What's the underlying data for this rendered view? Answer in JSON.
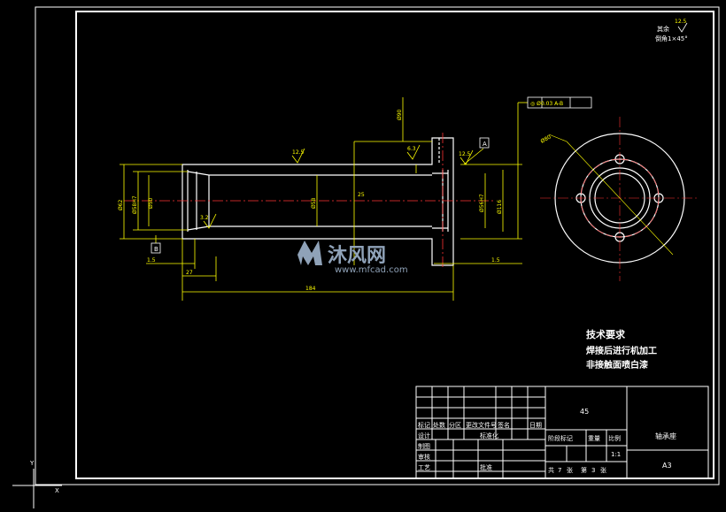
{
  "drawing": {
    "material": "45",
    "part_name": "轴承座",
    "sheet_size": "A3",
    "scale": "1:1",
    "sheet_total": "7",
    "sheet_no": "3"
  },
  "title_block": {
    "lbl_mark": "标记",
    "lbl_count": "处数",
    "lbl_zone": "分区",
    "lbl_change_doc": "更改文件号",
    "lbl_sign": "签名",
    "lbl_date": "日期",
    "lbl_design": "设计",
    "lbl_standardize": "标准化",
    "lbl_drawing": "制图",
    "lbl_check": "审核",
    "lbl_process": "工艺",
    "lbl_approve": "批准",
    "lbl_stage_mark": "阶段标记",
    "lbl_weight": "重量",
    "lbl_ratio": "比例",
    "lbl_total": "共",
    "lbl_sheets": "张",
    "lbl_sheet_no": "第"
  },
  "notes": {
    "heading": "技术要求",
    "line1": "焊接后进行机加工",
    "line2": "非接触面喷白漆"
  },
  "roughness_note": {
    "other": "其余",
    "chamfer": "倒角1×45°"
  },
  "annotations": {
    "datum_a": "A",
    "datum_b": "B",
    "tol_frame": "◎ Ø0.03 A-B",
    "ra1": "12.5",
    "ra2": "6.3",
    "ra3": "3.2",
    "ra4": "12.5",
    "dim_len": "184",
    "dim_a": "27",
    "dim_b": "1.5",
    "dim_c": "1.5",
    "dim_d": "25",
    "dim_v1": "Ø62",
    "dim_v2": "Ø58H7",
    "dim_v3": "Ø50",
    "dim_v4": "Ø58",
    "dim_v5": "Ø56H7",
    "dim_v6": "Ø116",
    "dim_v7": "Ø90",
    "dim_v8": "Ø80"
  },
  "watermark": {
    "brand": "沐风网",
    "url": "www.mfcad.com"
  },
  "ucs": {
    "x": "X",
    "y": "Y"
  }
}
